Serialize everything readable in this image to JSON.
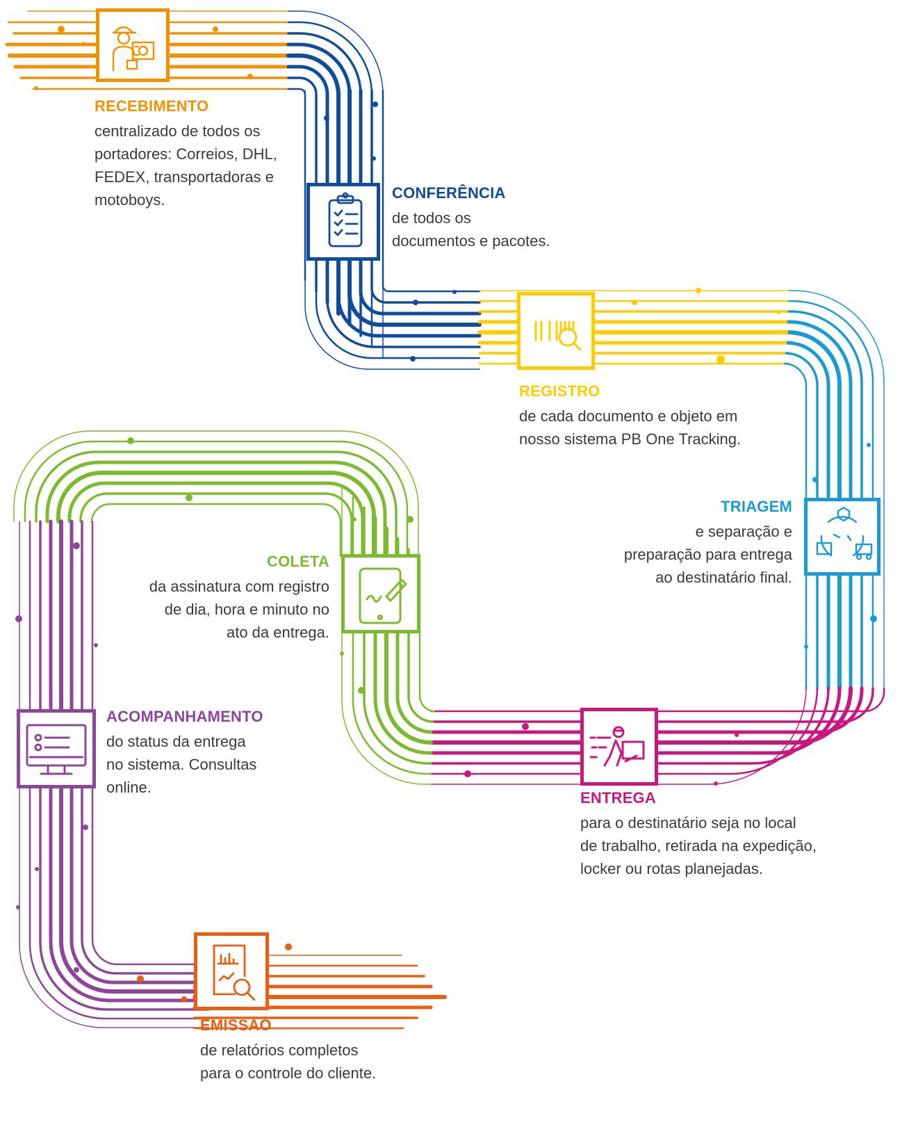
{
  "colors": {
    "recebimento": "#F39200",
    "conferencia": "#0F4C9C",
    "registro": "#FFCC00",
    "triagem": "#1A9AD6",
    "entrega": "#C8177F",
    "coleta": "#7DBB2E",
    "acompanhamento": "#8E4698",
    "emissao": "#E95E0F"
  },
  "steps": {
    "recebimento": {
      "title": "RECEBIMENTO",
      "lines": [
        "centralizado de todos os",
        "portadores: Correios, DHL,",
        "FEDEX, transportadoras e",
        "motoboys."
      ],
      "icon": "courier-icon"
    },
    "conferencia": {
      "title": "CONFERÊNCIA",
      "lines": [
        "de todos os",
        "documentos e pacotes."
      ],
      "icon": "clipboard-checklist-icon"
    },
    "registro": {
      "title": "REGISTRO",
      "lines": [
        "de cada documento e objeto em",
        "nosso sistema PB One Tracking."
      ],
      "icon": "barcode-search-icon"
    },
    "triagem": {
      "title": "TRIAGEM",
      "lines": [
        "e separação e",
        "preparação para entrega",
        "ao destinatário final."
      ],
      "icon": "sorting-cycle-icon"
    },
    "entrega": {
      "title": "ENTREGA",
      "lines": [
        "para o destinatário seja no local",
        "de trabalho, retirada na expedição,",
        "locker ou rotas planejadas."
      ],
      "icon": "delivery-person-icon"
    },
    "coleta": {
      "title": "COLETA",
      "lines": [
        "da assinatura com registro",
        "de dia, hora e minuto no",
        "ato da entrega."
      ],
      "icon": "tablet-signature-icon"
    },
    "acompanhamento": {
      "title": "ACOMPANHAMENTO",
      "lines": [
        "do status da entrega",
        "no sistema. Consultas",
        "online."
      ],
      "icon": "monitor-status-icon"
    },
    "emissao": {
      "title": "EMISSÃO",
      "lines": [
        "de relatórios completos",
        "para o controle do cliente."
      ],
      "icon": "report-search-icon"
    }
  }
}
